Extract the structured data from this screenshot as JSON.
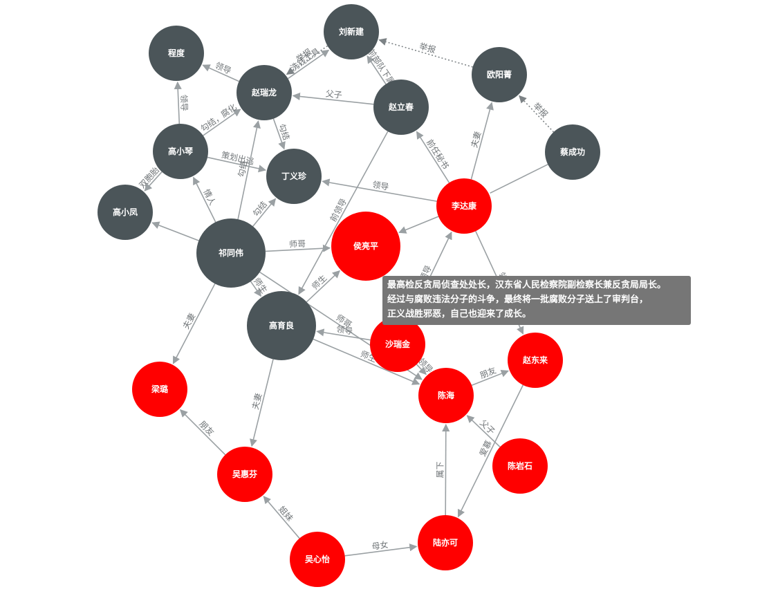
{
  "colors": {
    "dark_node": "#4b5559",
    "red_node": "#ff0000",
    "edge": "#9aa0a3",
    "label": "#6f7477"
  },
  "nodes": [
    {
      "id": "liuxinjian",
      "label": "刘新建",
      "group": "dark"
    },
    {
      "id": "chengdu",
      "label": "程度",
      "group": "dark"
    },
    {
      "id": "ouyangjing",
      "label": "欧阳菁",
      "group": "dark"
    },
    {
      "id": "zhaorulong",
      "label": "赵瑞龙",
      "group": "dark"
    },
    {
      "id": "zhaolichun",
      "label": "赵立春",
      "group": "dark"
    },
    {
      "id": "gaoxiaoqin",
      "label": "高小琴",
      "group": "dark"
    },
    {
      "id": "caichenggong",
      "label": "蔡成功",
      "group": "dark"
    },
    {
      "id": "dingyizhen",
      "label": "丁义珍",
      "group": "dark"
    },
    {
      "id": "gaoxiaofeng",
      "label": "高小凤",
      "group": "dark"
    },
    {
      "id": "lidakang",
      "label": "李达康",
      "group": "red"
    },
    {
      "id": "qitongwei",
      "label": "祁同伟",
      "group": "dark"
    },
    {
      "id": "houliangping",
      "label": "侯亮平",
      "group": "red"
    },
    {
      "id": "gaoyuliang",
      "label": "高育良",
      "group": "dark"
    },
    {
      "id": "shaoruijin",
      "label": "沙瑞金",
      "group": "red"
    },
    {
      "id": "zhaodonglai",
      "label": "赵东来",
      "group": "red"
    },
    {
      "id": "liangpu",
      "label": "梁璐",
      "group": "red"
    },
    {
      "id": "chenhai",
      "label": "陈海",
      "group": "red"
    },
    {
      "id": "chenyanshi",
      "label": "陈岩石",
      "group": "red"
    },
    {
      "id": "wuhuifen",
      "label": "吴惠芬",
      "group": "red"
    },
    {
      "id": "luyike",
      "label": "陆亦可",
      "group": "red"
    },
    {
      "id": "wuxinyi",
      "label": "吴心怡",
      "group": "red"
    }
  ],
  "edges": [
    {
      "from": "zhaorulong",
      "to": "liuxinjian",
      "label": "洗钱工具"
    },
    {
      "from": "liuxinjian",
      "to": "zhaorulong",
      "label": "举报"
    },
    {
      "from": "zhaolichun",
      "to": "liuxinjian",
      "label": "前部队下属"
    },
    {
      "from": "ouyangjing",
      "to": "liuxinjian",
      "label": "举报"
    },
    {
      "from": "caichenggong",
      "to": "ouyangjing",
      "label": "举报"
    },
    {
      "from": "zhaorulong",
      "to": "chengdu",
      "label": "领导"
    },
    {
      "from": "zhaolichun",
      "to": "zhaorulong",
      "label": "父子"
    },
    {
      "from": "gaoxiaoqin",
      "to": "zhaorulong",
      "label": "勾结，腐化"
    },
    {
      "from": "zhaorulong",
      "to": "dingyizhen",
      "label": "勾结"
    },
    {
      "from": "gaoxiaoqin",
      "to": "dingyizhen",
      "label": "策划出逃"
    },
    {
      "from": "gaoxiaoqin",
      "to": "gaoxiaofeng",
      "label": "双胞胎"
    },
    {
      "from": "gaoxiaoqin",
      "to": "chengdu",
      "label": "领导"
    },
    {
      "from": "qitongwei",
      "to": "gaoxiaoqin",
      "label": "情人"
    },
    {
      "from": "qitongwei",
      "to": "zhaorulong",
      "label": "勾结"
    },
    {
      "from": "qitongwei",
      "to": "dingyizhen",
      "label": "勾结"
    },
    {
      "from": "qitongwei",
      "to": "houliangping",
      "label": "师哥"
    },
    {
      "from": "qitongwei",
      "to": "gaoxiaofeng",
      "label": ""
    },
    {
      "from": "qitongwei",
      "to": "liangpu",
      "label": "夫妻"
    },
    {
      "from": "qitongwei",
      "to": "gaoyuliang",
      "label": "师生"
    },
    {
      "from": "qitongwei",
      "to": "chenhai",
      "label": "师哥"
    },
    {
      "from": "gaoyuliang",
      "to": "houliangping",
      "label": "师生"
    },
    {
      "from": "zhaolichun",
      "to": "gaoyuliang",
      "label": "前领导"
    },
    {
      "from": "lidakang",
      "to": "dingyizhen",
      "label": "领导"
    },
    {
      "from": "lidakang",
      "to": "zhaolichun",
      "label": "前任秘书"
    },
    {
      "from": "lidakang",
      "to": "ouyangjing",
      "label": "夫妻"
    },
    {
      "from": "lidakang",
      "to": "houliangping",
      "label": ""
    },
    {
      "from": "caichenggong",
      "to": "lidakang",
      "label": ""
    },
    {
      "from": "shaoruijin",
      "to": "lidakang",
      "label": "领导"
    },
    {
      "from": "lidakang",
      "to": "zhaodonglai",
      "label": "领导"
    },
    {
      "from": "shaoruijin",
      "to": "gaoyuliang",
      "label": "领导"
    },
    {
      "from": "gaoyuliang",
      "to": "chenhai",
      "label": "师生"
    },
    {
      "from": "shaoruijin",
      "to": "chenhai",
      "label": "领导"
    },
    {
      "from": "chenhai",
      "to": "zhaodonglai",
      "label": "朋友"
    },
    {
      "from": "chenyanshi",
      "to": "chenhai",
      "label": "父子"
    },
    {
      "from": "zhaodonglai",
      "to": "luyike",
      "label": "爱慕"
    },
    {
      "from": "luyike",
      "to": "chenhai",
      "label": "属下"
    },
    {
      "from": "gaoyuliang",
      "to": "wuhuifen",
      "label": "夫妻"
    },
    {
      "from": "wuhuifen",
      "to": "liangpu",
      "label": "朋友"
    },
    {
      "from": "wuxinyi",
      "to": "wuhuifen",
      "label": "姐妹"
    },
    {
      "from": "wuxinyi",
      "to": "luyike",
      "label": "母女"
    }
  ],
  "tooltip": {
    "line1": "最高检反贪局侦查处处长，汉东省人民检察院副检察长兼反贪局局长。",
    "line2": "经过与腐败违法分子的斗争，最终将一批腐败分子送上了审判台，",
    "line3": "正义战胜邪恶，自己也迎来了成长。"
  }
}
